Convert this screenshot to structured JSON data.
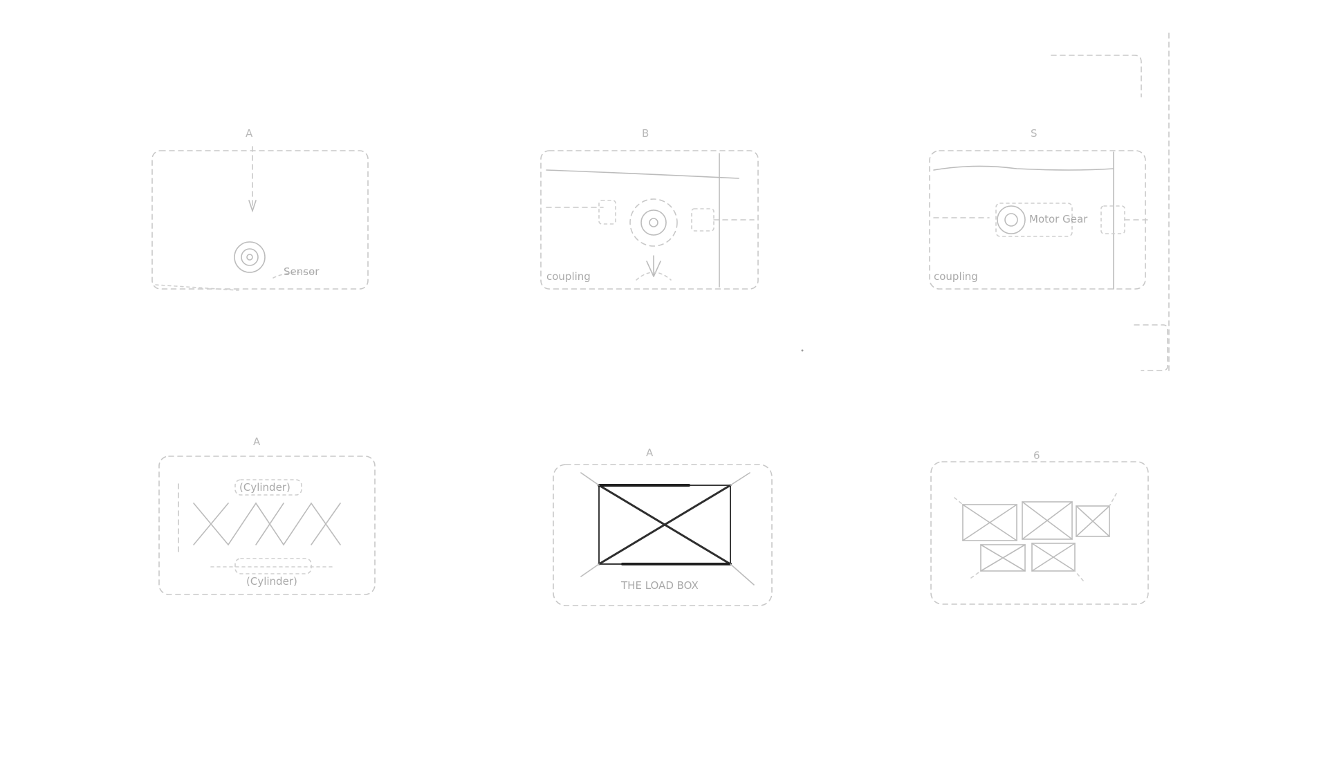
{
  "sketch": {
    "panel_letters": {
      "a": "A",
      "b": "B",
      "c": "S",
      "d": "A",
      "e": "A",
      "f": "6"
    },
    "labels": {
      "panel_a_note": "Sensor",
      "panel_b_note": "coupling",
      "panel_c_note": "coupling",
      "panel_c_box": "Motor Gear",
      "panel_d_top": "(Cylinder)",
      "panel_d_bottom": "(Cylinder)",
      "panel_e_caption": "THE LOAD BOX"
    }
  },
  "colors": {
    "line": "#bcbcbc",
    "dark_line": "#3a3a3a"
  }
}
